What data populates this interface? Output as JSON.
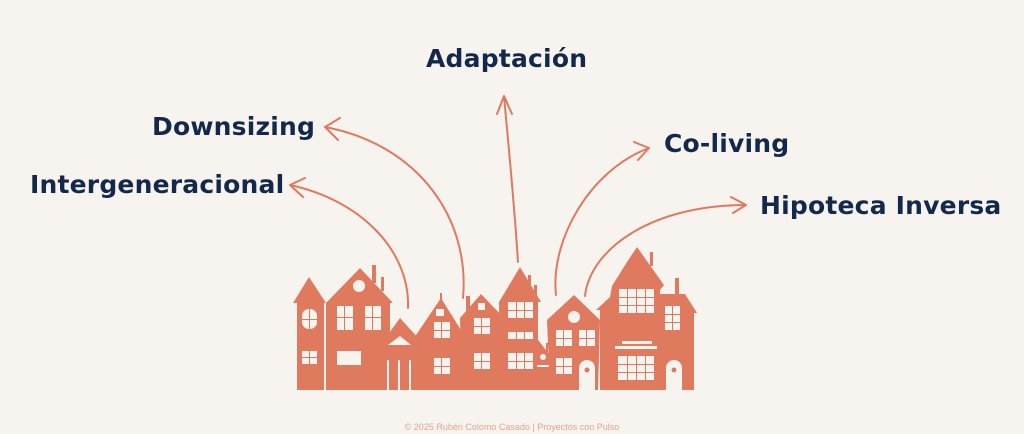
{
  "labels": {
    "adaptacion": "Adaptación",
    "downsizing": "Downsizing",
    "intergeneracional": "Intergeneracional",
    "coliving": "Co-living",
    "hipoteca": "Hipoteca Inversa"
  },
  "footer": {
    "copyright": "© 2025 Rubén Colomo Casado",
    "separator": "|",
    "brand": "Proyectos con Pulso"
  },
  "colors": {
    "background": "#f7f3ef",
    "accent": "#e07a5f",
    "text": "#13294b"
  }
}
